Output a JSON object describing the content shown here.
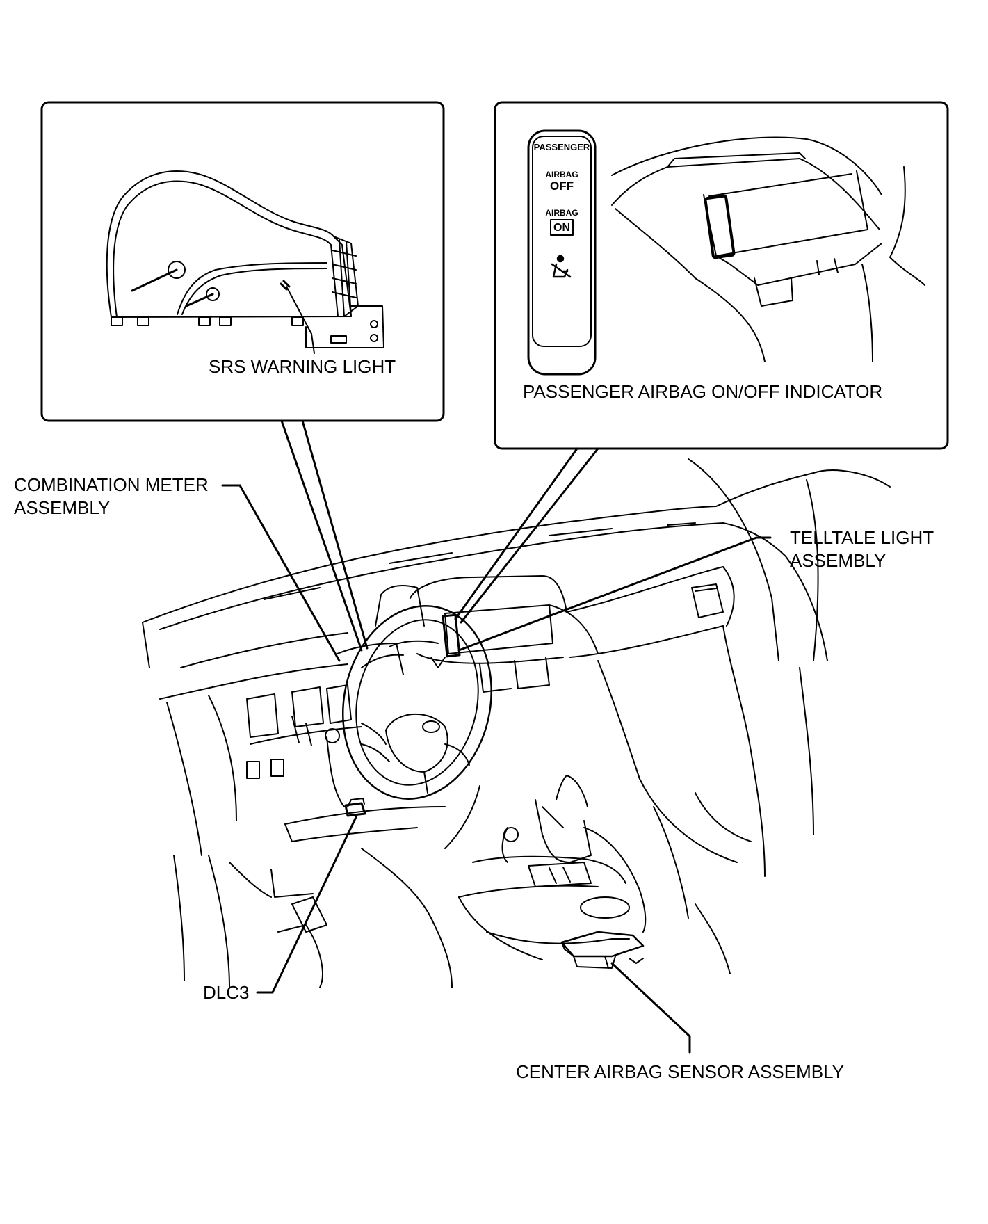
{
  "colors": {
    "line": "#000000",
    "background": "#ffffff"
  },
  "callouts": {
    "srs_warning_light": "SRS WARNING LIGHT",
    "passenger_airbag_indicator": "PASSENGER AIRBAG ON/OFF INDICATOR",
    "combination_meter": {
      "line1": "COMBINATION METER",
      "line2": "ASSEMBLY"
    },
    "telltale_light": {
      "line1": "TELLTALE LIGHT",
      "line2": "ASSEMBLY"
    },
    "dlc3": "DLC3",
    "center_airbag_sensor": "CENTER AIRBAG SENSOR ASSEMBLY"
  },
  "indicator_panel": {
    "header": "PASSENGER",
    "airbag_off_small": "AIRBAG",
    "airbag_off_big": "OFF",
    "airbag_on_small": "AIRBAG",
    "airbag_on_big": "ON",
    "seatbelt_icon": "seatbelt-warning-icon"
  }
}
